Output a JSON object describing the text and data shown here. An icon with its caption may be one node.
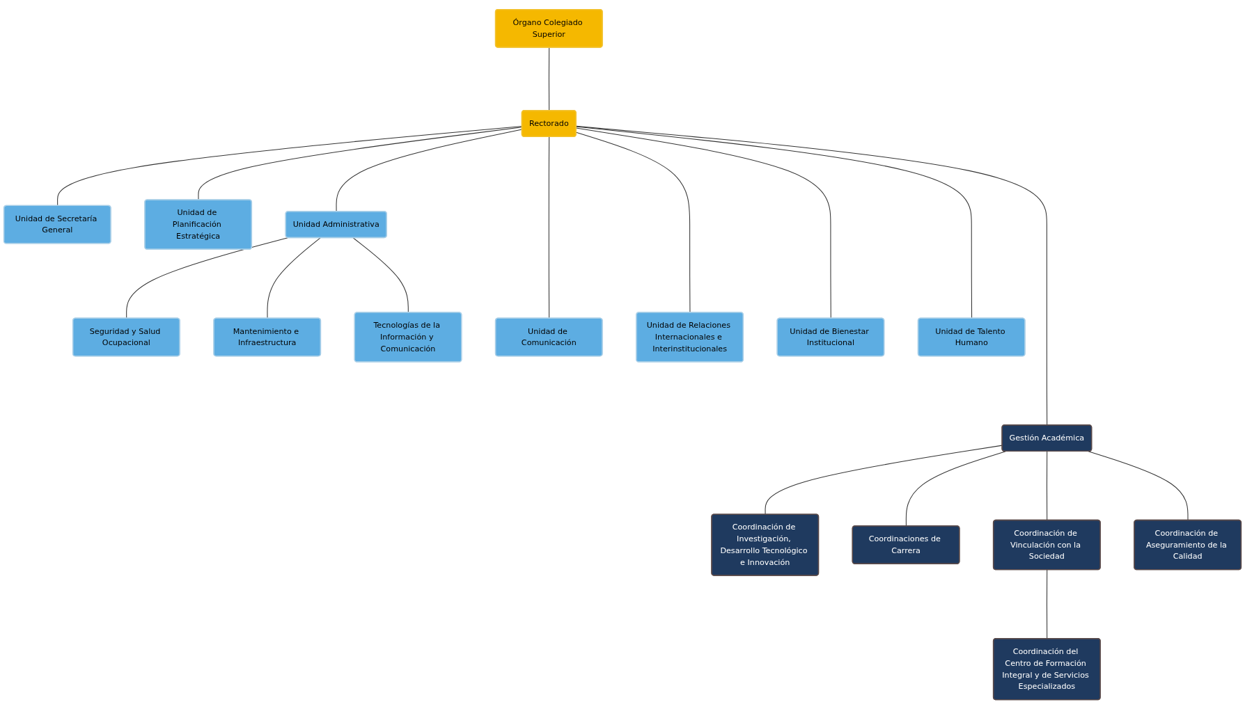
{
  "diagram": {
    "nodes": [
      {
        "text": [
          "Órgano Colegiado Superior"
        ]
      },
      {
        "text": [
          "Rectorado"
        ]
      },
      {
        "text": [
          "Unidad de Secretaría General"
        ]
      },
      {
        "text": [
          "Unidad de Planificación Estratégica"
        ]
      },
      {
        "text": [
          "Unidad Administrativa"
        ]
      },
      {
        "text": [
          "Seguridad y Salud Ocupacional"
        ]
      },
      {
        "text": [
          "Mantenimiento e Infraestructura"
        ]
      },
      {
        "text": [
          "Tecnologías de la Información y Comunicación"
        ]
      },
      {
        "text": [
          "Unidad de Comunicación"
        ]
      },
      {
        "text": [
          "Unidad de Relaciones Internacionales e Interinstitucionales"
        ]
      },
      {
        "text": [
          "Unidad de Bienestar Institucional"
        ]
      },
      {
        "text": [
          "Unidad de Talento Humano"
        ]
      },
      {
        "text": [
          "Gestión Académica"
        ]
      },
      {
        "text": [
          "Coordinación de Investigación, Desarrollo Tecnológico e Innovación"
        ]
      },
      {
        "text": [
          "Coordinaciones de Carrera"
        ]
      },
      {
        "text": [
          "Coordinación de Vinculación con la Sociedad"
        ]
      },
      {
        "text": [
          "Coordinación de Aseguramiento de la Calidad"
        ]
      },
      {
        "text": [
          "Coordinación del Centro de Formación Integral y de Servicios Especializados"
        ]
      }
    ],
    "edges": [
      {
        "from": 0,
        "to": 1,
        "arrow": "none"
      },
      {
        "from": 1,
        "to": 2,
        "arrow": "none"
      },
      {
        "from": 1,
        "to": 3,
        "arrow": "none"
      },
      {
        "from": 1,
        "to": 4,
        "arrow": "none"
      },
      {
        "from": 4,
        "to": 5,
        "arrow": "none"
      },
      {
        "from": 4,
        "to": 6,
        "arrow": "none"
      },
      {
        "from": 4,
        "to": 7,
        "arrow": "none"
      },
      {
        "from": 1,
        "to": 8,
        "arrow": "none"
      },
      {
        "from": 1,
        "to": 9,
        "arrow": "none"
      },
      {
        "from": 1,
        "to": 10,
        "arrow": "none"
      },
      {
        "from": 1,
        "to": 11,
        "arrow": "none"
      },
      {
        "from": 1,
        "to": 12,
        "arrow": "none"
      },
      {
        "from": 12,
        "to": 13,
        "arrow": "none"
      },
      {
        "from": 12,
        "to": 14,
        "arrow": "none"
      },
      {
        "from": 12,
        "to": 15,
        "arrow": "none"
      },
      {
        "from": 12,
        "to": 16,
        "arrow": "none"
      },
      {
        "from": 15,
        "to": 17,
        "arrow": "none"
      }
    ]
  }
}
